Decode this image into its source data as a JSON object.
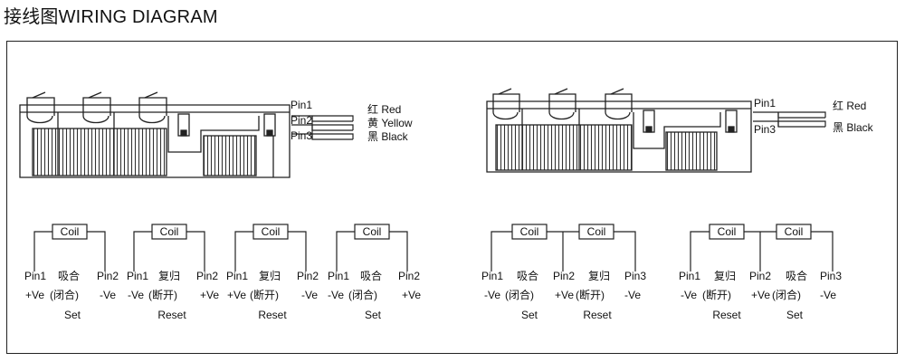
{
  "title": "接线图WIRING DIAGRAM",
  "left_relay": {
    "pins": [
      "Pin1",
      "Pin2",
      "Pin3"
    ],
    "wires": [
      "红 Red",
      "黄 Yellow",
      "黑 Black"
    ]
  },
  "right_relay": {
    "pins": [
      "Pin1",
      "Pin3"
    ],
    "wires": [
      "红 Red",
      "黑 Black"
    ]
  },
  "coil_label": "Coil",
  "left_groups": [
    {
      "line1": [
        "Pin1",
        "吸合",
        "Pin2"
      ],
      "line2": [
        "+Ve",
        "(闭合)",
        "-Ve"
      ],
      "mode": "Set"
    },
    {
      "line1": [
        "Pin1",
        "复归",
        "Pin2"
      ],
      "line2": [
        "-Ve",
        "(断开)",
        "+Ve"
      ],
      "mode": "Reset"
    },
    {
      "line1": [
        "Pin1",
        "复归",
        "Pin2"
      ],
      "line2": [
        "+Ve",
        "(断开)",
        "-Ve"
      ],
      "mode": "Reset"
    },
    {
      "line1": [
        "Pin1",
        "吸合",
        "Pin2"
      ],
      "line2": [
        "-Ve",
        "(闭合)",
        "+Ve"
      ],
      "mode": "Set"
    }
  ],
  "right_groups": [
    {
      "line1": [
        "Pin1",
        "吸合",
        "Pin2",
        "复归",
        "Pin3"
      ],
      "line2": [
        "-Ve",
        "(闭合)",
        "+Ve",
        "(断开)",
        "-Ve"
      ],
      "modes": [
        "Set",
        "Reset"
      ]
    },
    {
      "line1": [
        "Pin1",
        "复归",
        "Pin2",
        "吸合",
        "Pin3"
      ],
      "line2": [
        "-Ve",
        "(断开)",
        "+Ve",
        "(闭合)",
        "-Ve"
      ],
      "modes": [
        "Reset",
        "Set"
      ]
    }
  ]
}
